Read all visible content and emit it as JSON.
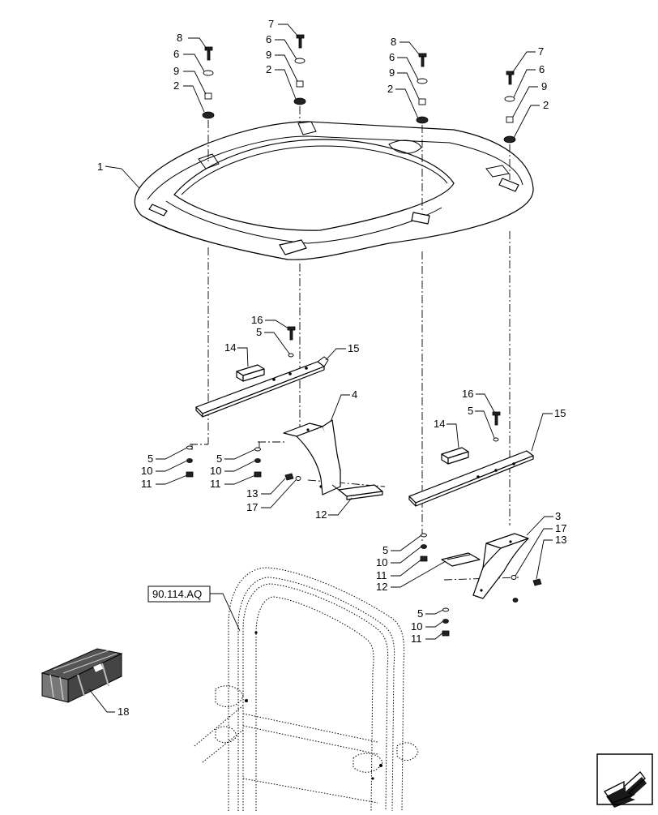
{
  "reference_label": "90.114.AQ",
  "callouts": {
    "c1": "1",
    "c2a": "2",
    "c2b": "2",
    "c2c": "2",
    "c2d": "2",
    "c3": "3",
    "c4": "4",
    "c5a": "5",
    "c5b": "5",
    "c5c": "5",
    "c5d": "5",
    "c5e": "5",
    "c5f": "5",
    "c6a": "6",
    "c6b": "6",
    "c6c": "6",
    "c6d": "6",
    "c7a": "7",
    "c7b": "7",
    "c8a": "8",
    "c8b": "8",
    "c9a": "9",
    "c9b": "9",
    "c9c": "9",
    "c9d": "9",
    "c10a": "10",
    "c10b": "10",
    "c10c": "10",
    "c10d": "10",
    "c11a": "11",
    "c11b": "11",
    "c11c": "11",
    "c11d": "11",
    "c12a": "12",
    "c12b": "12",
    "c13a": "13",
    "c13b": "13",
    "c14a": "14",
    "c14b": "14",
    "c15a": "15",
    "c15b": "15",
    "c16a": "16",
    "c16b": "16",
    "c17a": "17",
    "c17b": "17",
    "c18": "18"
  },
  "icons": {
    "crate": "kit-crate-icon",
    "nav": "next-page-arrow-icon"
  }
}
